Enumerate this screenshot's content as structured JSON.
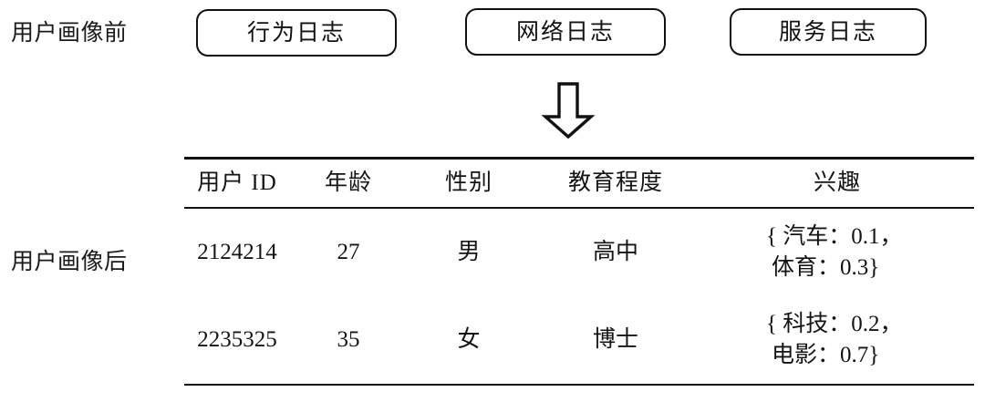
{
  "stages": {
    "before_label": "用户画像前",
    "after_label": "用户画像后"
  },
  "sources": [
    {
      "name": "behavior-log",
      "label": "行为日志"
    },
    {
      "name": "network-log",
      "label": "网络日志"
    },
    {
      "name": "service-log",
      "label": "服务日志"
    }
  ],
  "arrow": {
    "icon": "arrow-down-hollow-icon",
    "direction": "down",
    "color": "#111111"
  },
  "table": {
    "headers": [
      "用户 ID",
      "年龄",
      "性别",
      "教育程度",
      "兴趣"
    ],
    "rows": [
      {
        "user_id": "2124214",
        "age": "27",
        "gender": "男",
        "education": "高中",
        "interest_line1": "{ 汽车：0.1，",
        "interest_line2": "体育：0.3}"
      },
      {
        "user_id": "2235325",
        "age": "35",
        "gender": "女",
        "education": "博士",
        "interest_line1": "{ 科技：0.2，",
        "interest_line2": "电影：0.7}"
      }
    ]
  },
  "colors": {
    "ink": "#111111",
    "background": "#ffffff"
  }
}
